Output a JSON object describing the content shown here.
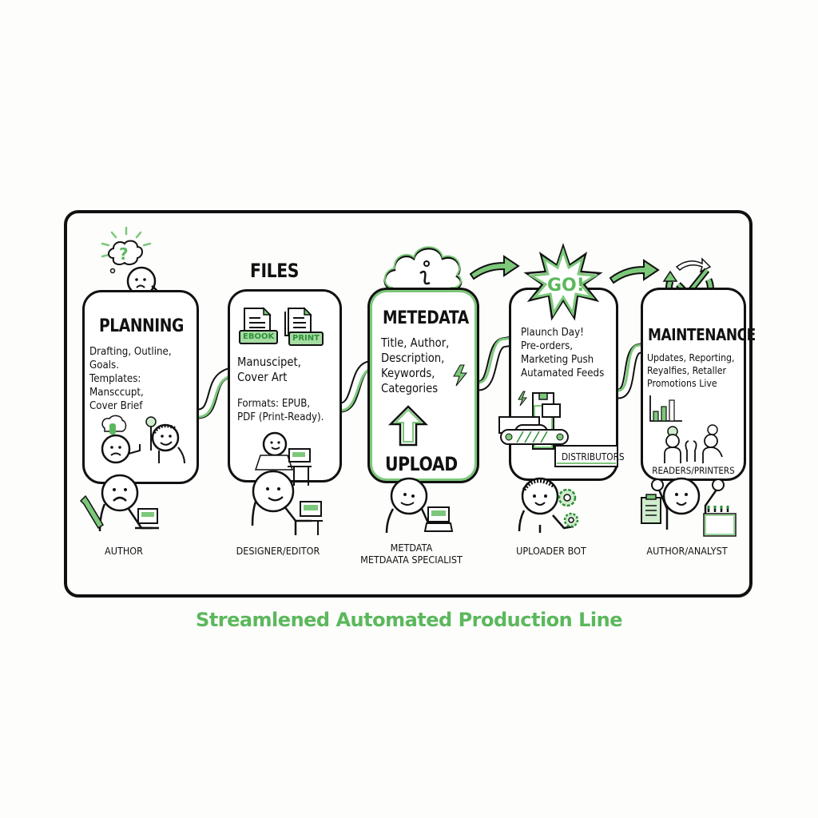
{
  "diagram": {
    "title": "Streamlened Automated Production Line",
    "accent_color": "#6abf69",
    "stroke_color": "#111111",
    "stages": [
      {
        "id": "planning",
        "title": "PLANNING",
        "description": "Drafting, Outline,\nGoals.\nTemplates:\nMansccupt,\nCover Brief",
        "role": "AUTHOR",
        "icons": [
          "thought-cloud-question-icon",
          "lightbulb-icon",
          "wrench-icon",
          "computer-icon"
        ]
      },
      {
        "id": "files",
        "title": "FILES",
        "description": "Manuscipet,\nCover Art",
        "formats": "Formats: EPUB,\nPDF (Print-Ready).",
        "tags": [
          "EBOOK",
          "PRINT"
        ],
        "role": "DESIGNER/EDITOR",
        "icons": [
          "document-icon",
          "document-icon",
          "computer-icon"
        ]
      },
      {
        "id": "metadata",
        "title": "METEDATA",
        "description": "Title, Author,\nDescription,\nKeywords,\nCategories",
        "action": "UPLOAD",
        "role": "METDATA\nMETDAATA SPECIALIST",
        "icons": [
          "cloud-info-icon",
          "lightning-icon",
          "upload-arrow-icon",
          "laptop-icon"
        ]
      },
      {
        "id": "launch",
        "badge": "GO!",
        "description": "Plaunch Day!\nPre-orders,\nMarketing Push\nAutamated Feeds",
        "conveyor_label": "DISTRIBUTORS",
        "role": "UPLOADER BOT",
        "icons": [
          "starburst-icon",
          "conveyor-belt-icon",
          "lightning-icon",
          "gear-icon"
        ]
      },
      {
        "id": "maintenance",
        "title": "MAINTENANCE",
        "description": "Updates, Reporting,\nReyalfies, Retaller\nPromotions Live",
        "audience": "READERS/PRINTERS",
        "role": "AUTHOR/ANALYST",
        "icons": [
          "cycle-check-icon",
          "bar-chart-icon",
          "people-icon",
          "clipboard-icon"
        ]
      }
    ]
  }
}
